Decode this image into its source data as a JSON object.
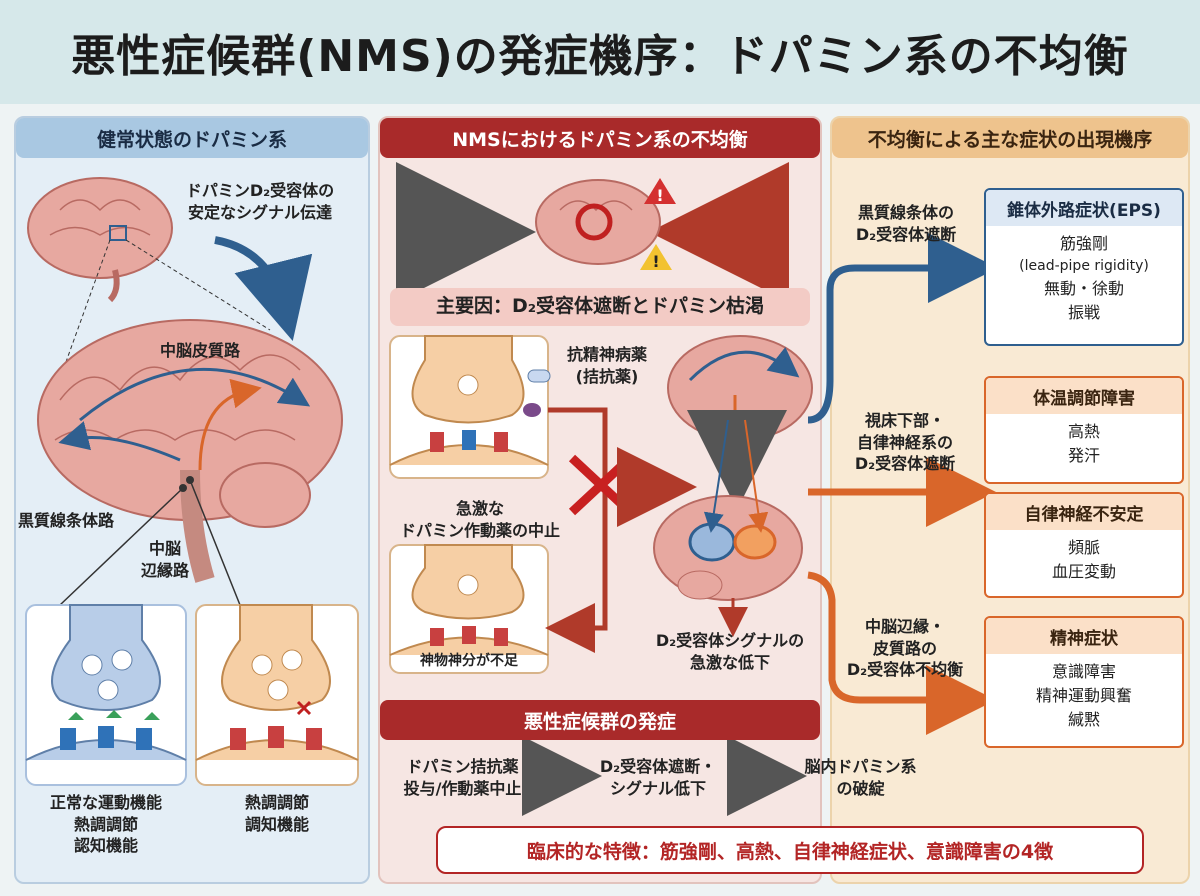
{
  "title": "悪性症候群(NMS)の発症機序：ドパミン系の不均衡",
  "left": {
    "header": "健常状態のドパミン系",
    "d2_note": [
      "ドパミンD₂受容体の",
      "安定なシグナル伝達"
    ],
    "mesocortical": "中脳皮質路",
    "nigrostriatal": "黒質線条体路",
    "mesolimbic": [
      "中脳",
      "辺縁路"
    ],
    "normal_functions": [
      "正常な運動機能",
      "熱調調節",
      "認知機能"
    ],
    "disturbed_functions": [
      "熱調調節",
      "調知機能"
    ]
  },
  "mid": {
    "header": "NMSにおけるドパミン系の不均衡",
    "main_cause": "主要因：D₂受容体遮断とドパミン枯渇",
    "antipsychotic": [
      "抗精神病薬",
      "(拮抗薬)"
    ],
    "withdrawal": [
      "急激な",
      "ドパミン作動薬の中止"
    ],
    "deficit": "神物神分が不足",
    "d2_drop": [
      "D₂受容体シグナルの",
      "急激な低下"
    ],
    "onset_header": "悪性症候群の発症",
    "flow": [
      [
        "ドパミン拮抗薬",
        "投与/作動薬中止"
      ],
      [
        "D₂受容体遮断・",
        "シグナル低下"
      ],
      [
        "脳内ドパミン系",
        "の破綻"
      ]
    ],
    "clinical": "臨床的な特徴：筋強剛、高熱、自律神経症状、意識障害の4徴"
  },
  "right": {
    "header": "不均衡による主な症状の出現機序",
    "path1": [
      "黒質線条体の",
      "D₂受容体遮断"
    ],
    "path2": [
      "視床下部・",
      "自律神経系の",
      "D₂受容体遮断"
    ],
    "path3": [
      "中脳辺縁・",
      "皮質路の",
      "D₂受容体不均衡"
    ],
    "eps": {
      "title": "錐体外路症状(EPS)",
      "items": [
        "筋強剛",
        "(lead-pipe rigidity)",
        "無動・徐動",
        "振戦"
      ]
    },
    "thermo": {
      "title": "体温調節障害",
      "items": [
        "高熱",
        "発汗"
      ]
    },
    "autonomic": {
      "title": "自律神経不安定",
      "items": [
        "頻脈",
        "血圧変動"
      ]
    },
    "psych": {
      "title": "精神症状",
      "items": [
        "意識障害",
        "精神運動興奮",
        "緘黙"
      ]
    }
  },
  "colors": {
    "accent_red": "#a92a2a",
    "blue": "#2f5f8f",
    "orange": "#d9662a",
    "brain": "#e7a8a0"
  }
}
